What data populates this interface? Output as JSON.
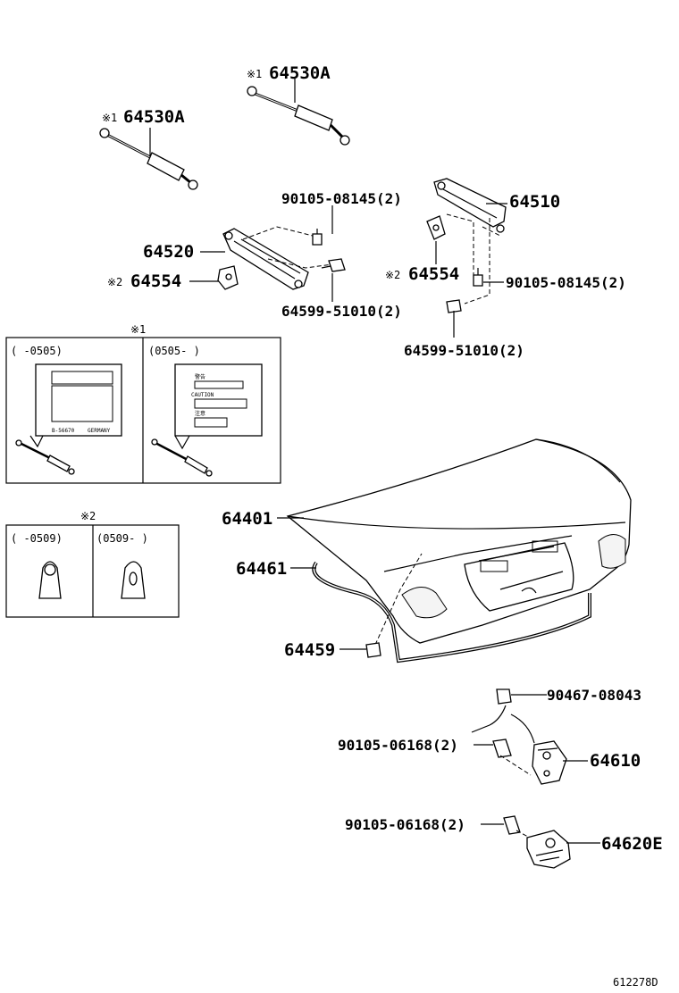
{
  "parts": {
    "strut_a_1": "64530A",
    "strut_a_2": "64530A",
    "bolt_l": "90105-08145(2)",
    "hinge_r": "64510",
    "hinge_l": "64520",
    "bracket_l": "64554",
    "bracket_r": "64554",
    "bolt_r": "90105-08145(2)",
    "stud_l": "64599-51010(2)",
    "stud_r": "64599-51010(2)",
    "lid": "64401",
    "seal": "64461",
    "cushion": "64459",
    "clip": "90467-08043",
    "bolt_lock": "90105-06168(2)",
    "lock": "64610",
    "bolt_motor": "90105-06168(2)",
    "motor": "64620E"
  },
  "marks": {
    "strut_1": "※1",
    "strut_2": "※1",
    "bracket_l": "※2",
    "bracket_r": "※2"
  },
  "inset1": {
    "title": "※1",
    "left_range": "(      -0505)",
    "right_range": "(0505-        )",
    "left_label_code": "B-56670",
    "left_label_country": "GERMANY",
    "right_label_lines": [
      "警告",
      "CAUTION",
      "注意"
    ]
  },
  "inset2": {
    "title": "※2",
    "left_range": "(      -0509)",
    "right_range": "(0509-        )"
  },
  "figure_id": "612278D"
}
